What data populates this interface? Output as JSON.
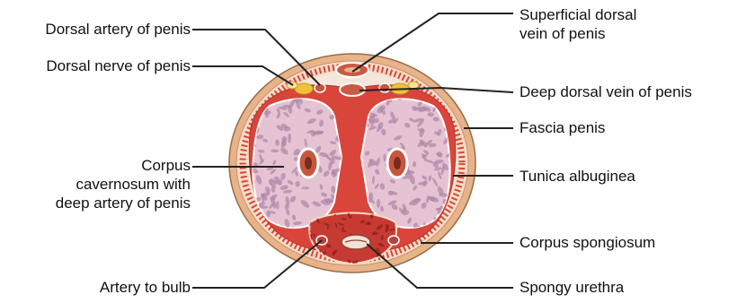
{
  "labels": {
    "dorsal_artery": "Dorsal artery of penis",
    "dorsal_nerve": "Dorsal nerve of penis",
    "corpus_cavernosum": "Corpus\ncavernosum with\ndeep artery of penis",
    "artery_to_bulb": "Artery to bulb",
    "superficial_dorsal_vein": "Superficial dorsal\nvein of penis",
    "deep_dorsal_vein": "Deep dorsal vein of penis",
    "fascia_penis": "Fascia penis",
    "tunica_albuginea": "Tunica albuginea",
    "corpus_spongiosum": "Corpus spongiosum",
    "spongy_urethra": "Spongy urethra"
  },
  "colors": {
    "skin": "#e7b48a",
    "fascia": "#f3dcc6",
    "red_tissue": "#d9453a",
    "tunica": "#e45b4c",
    "cavernosum_fill": "#e6c3d3",
    "sinusoid": "#b08aa8",
    "spongiosum": "#c73a32",
    "fat": "#f0c03c",
    "leader_line": "#222222"
  }
}
